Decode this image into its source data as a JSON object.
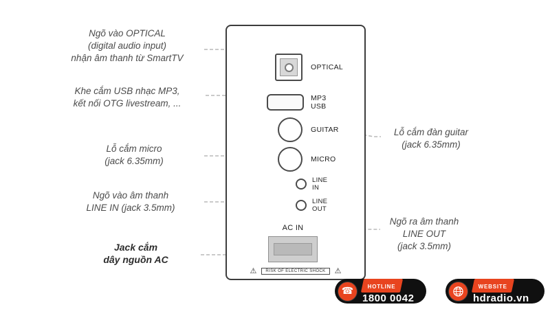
{
  "panel": {
    "optical_label": "OPTICAL",
    "mp3_line1": "MP3",
    "mp3_line2": "USB",
    "guitar_label": "GUITAR",
    "micro_label": "MICRO",
    "line_in_line1": "LINE",
    "line_in_line2": "IN",
    "line_out_line1": "LINE",
    "line_out_line2": "OUT",
    "ac_in_label": "AC IN",
    "warning_text": "RISK OF ELECTRIC SHOCK",
    "warning_glyph": "⚠"
  },
  "annotations": {
    "optical": {
      "l1": "Ngõ vào OPTICAL",
      "l2": "(digital audio input)",
      "l3": "nhận âm thanh từ SmartTV"
    },
    "usb": {
      "l1": "Khe cắm USB nhạc MP3,",
      "l2": "kết nối OTG livestream, ..."
    },
    "micro": {
      "l1": "Lỗ cắm micro",
      "l2": "(jack 6.35mm)"
    },
    "line_in": {
      "l1": "Ngõ vào âm thanh",
      "l2": "LINE IN (jack 3.5mm)"
    },
    "ac": {
      "l1": "Jack cắm",
      "l2": "dây nguồn AC"
    },
    "guitar": {
      "l1": "Lỗ cắm đàn guitar",
      "l2": "(jack 6.35mm)"
    },
    "line_out": {
      "l1": "Ngõ ra âm thanh",
      "l2": "LINE OUT",
      "l3": "(jack 3.5mm)"
    }
  },
  "footer": {
    "hotline_label": "HOTLINE",
    "hotline_value": "1800 0042",
    "phone_glyph": "☎",
    "website_label": "WEBSITE",
    "website_value": "hdradio.vn"
  },
  "colors": {
    "accent_red": "#e8441f",
    "badge_black": "#101010",
    "connector_gray": "#b8b8b8"
  }
}
